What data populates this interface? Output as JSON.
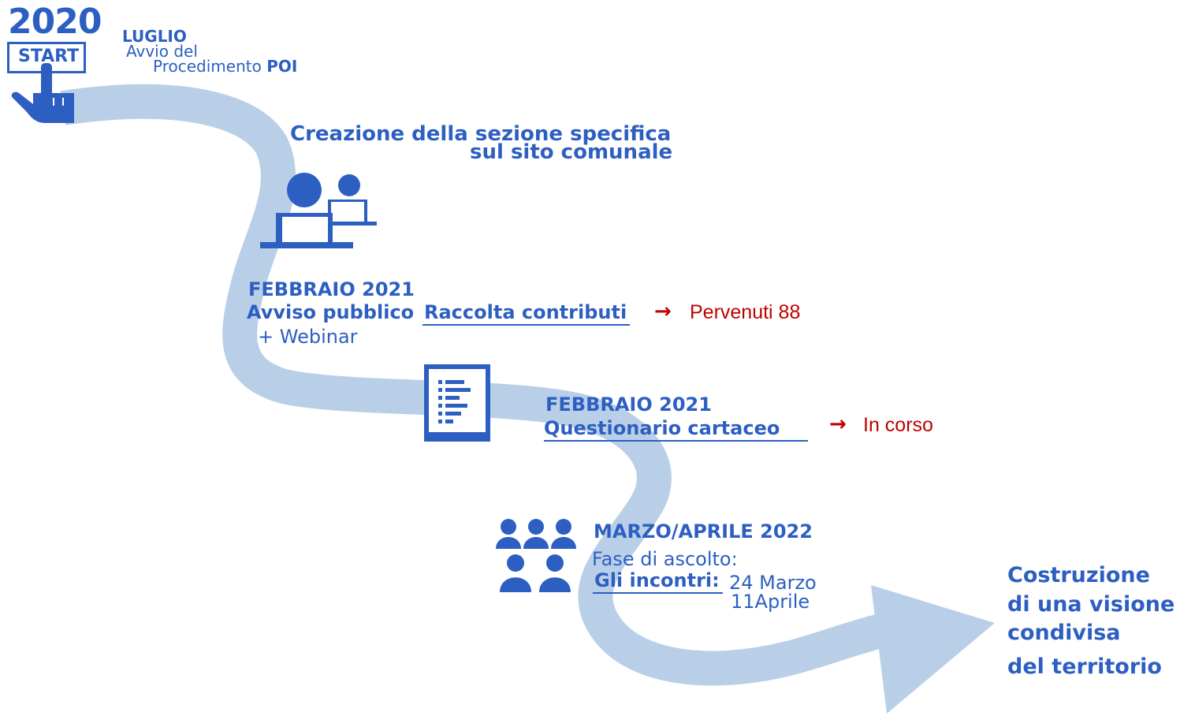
{
  "start": {
    "year": "2020",
    "label": "START",
    "month": "LUGLIO",
    "line1": "Avvio del",
    "line2": "Procedimento",
    "line2_bold": "POI"
  },
  "step_site": {
    "line1": "Creazione della sezione specifica",
    "line2": "sul sito comunale"
  },
  "step_notice": {
    "month": "FEBBRAIO 2021",
    "line1": "Avviso pubblico",
    "link": "Raccolta contributi",
    "extra": "+ Webinar",
    "status_arrow": "→",
    "status": "Pervenuti 88"
  },
  "step_survey": {
    "month": "FEBBRAIO 2021",
    "link": "Questionario cartaceo",
    "status_arrow": "→",
    "status": "In corso"
  },
  "step_listen": {
    "month": "MARZO/APRILE 2022",
    "line1": "Fase di ascolto:",
    "link": "Gli incontri:",
    "date1": "24 Marzo",
    "date2": "11Aprile"
  },
  "goal": {
    "line1": "Costruzione",
    "line2": "di una visione",
    "line3": "condivisa",
    "line4": "del territorio"
  },
  "colors": {
    "primary_blue": "#2d5fc2",
    "road": "#b9cfe8",
    "status_red": "#c00000"
  },
  "icons": [
    "pointing-hand-icon",
    "people-at-computer-icon",
    "document-list-icon",
    "group-of-people-icon",
    "road-arrow-icon"
  ]
}
